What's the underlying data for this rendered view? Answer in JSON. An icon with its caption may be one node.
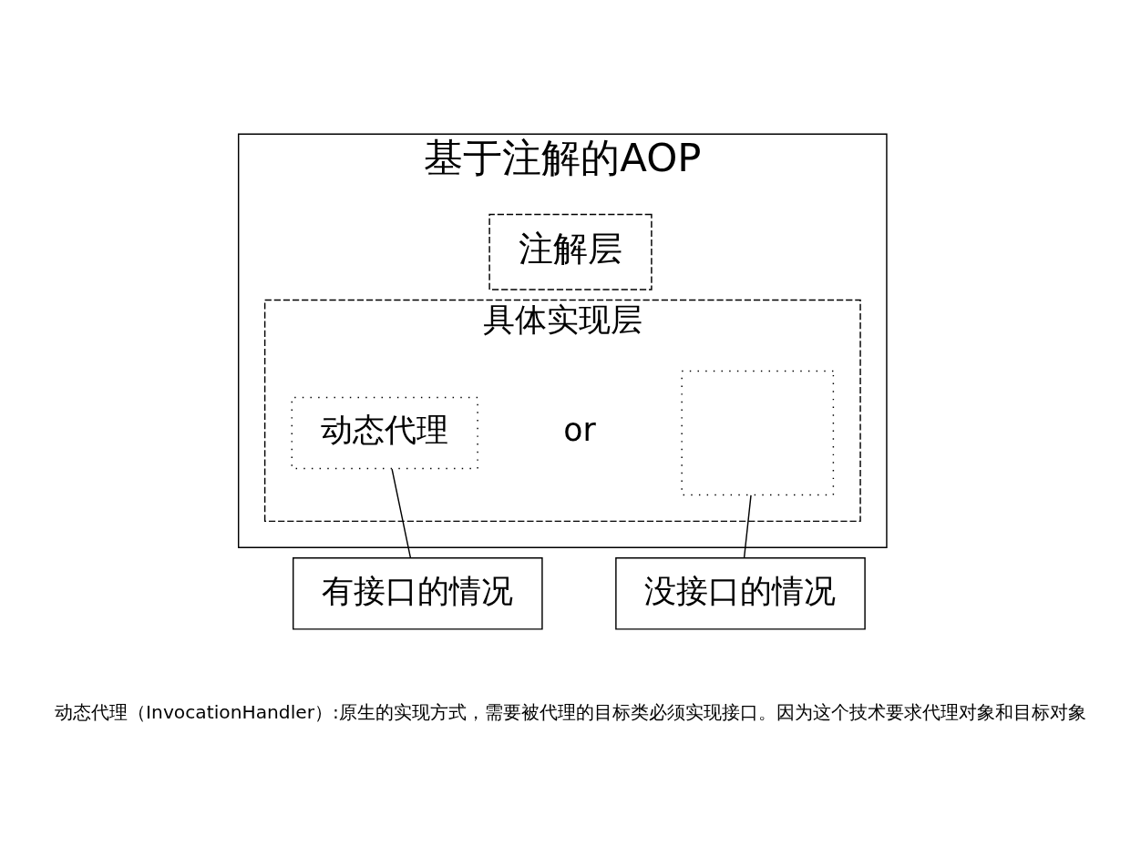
{
  "diagram": {
    "nodes": [
      {
        "text": [
          "基于注解的AOP"
        ]
      },
      {
        "text": [
          "注解层"
        ],
        "in": 0
      },
      {
        "text": [
          "具体实现层"
        ],
        "in": 0
      },
      {
        "text": [
          "动态代理"
        ],
        "in": 2
      },
      {
        "text": [],
        "shape": "box",
        "in": 2
      },
      {
        "text": [
          "有接口的情况"
        ]
      },
      {
        "text": [
          "没接口的情况"
        ]
      }
    ],
    "edges": [
      {
        "from": 5,
        "to": 3,
        "arrow": "none"
      },
      {
        "from": 6,
        "to": 4,
        "arrow": "none"
      }
    ],
    "labels": [
      "or",
      "动态代理（InvocationHandler）:原生的实现方式，需要被代理的目标类必须实现接口。因为这个技术要求代理对象和目标对象"
    ]
  }
}
